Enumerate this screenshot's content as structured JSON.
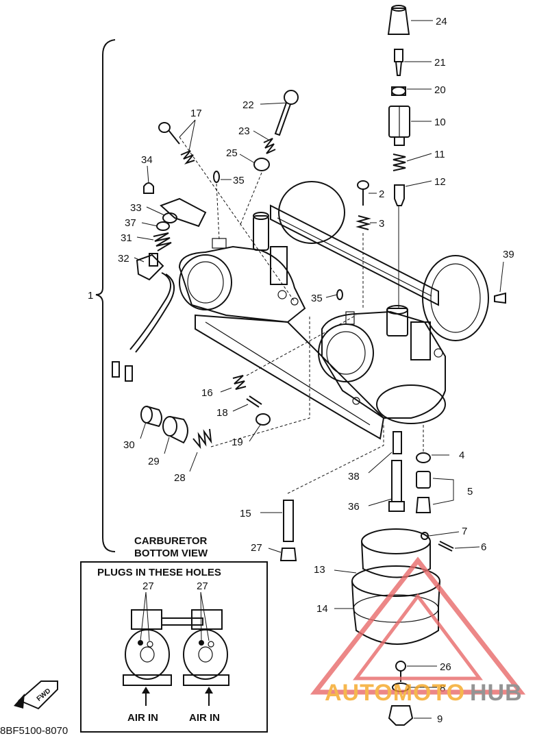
{
  "diagram": {
    "callouts": {
      "n1": "1",
      "n2": "2",
      "n3": "3",
      "n4": "4",
      "n5": "5",
      "n6": "6",
      "n7": "7",
      "n8": "8",
      "n9": "9",
      "n10": "10",
      "n11": "11",
      "n12": "12",
      "n13": "13",
      "n14": "14",
      "n15": "15",
      "n16": "16",
      "n17": "17",
      "n18": "18",
      "n19": "19",
      "n20": "20",
      "n21": "21",
      "n22": "22",
      "n23": "23",
      "n24": "24",
      "n25": "25",
      "n26": "26",
      "n27": "27",
      "n28": "28",
      "n29": "29",
      "n30": "30",
      "n31": "31",
      "n32": "32",
      "n33": "33",
      "n34": "34",
      "n35": "35",
      "n36": "36",
      "n37": "37",
      "n38": "38",
      "n39": "39"
    },
    "inset": {
      "caption_line1": "CARBURETOR",
      "caption_line2": "BOTTOM VIEW",
      "box_title": "PLUGS IN THESE HOLES",
      "left_ref": "27",
      "right_ref": "27",
      "left_air_label": "AIR IN",
      "right_air_label": "AIR IN"
    },
    "direction_badge": "FWD",
    "part_code": "8BF5100-8070"
  },
  "watermark": {
    "part_orange": "AUTOMOTO",
    "part_grey": "HUB",
    "color_orange": "#f5a623",
    "color_grey": "#7a7a7a",
    "color_triangle": "#e86a6a"
  }
}
